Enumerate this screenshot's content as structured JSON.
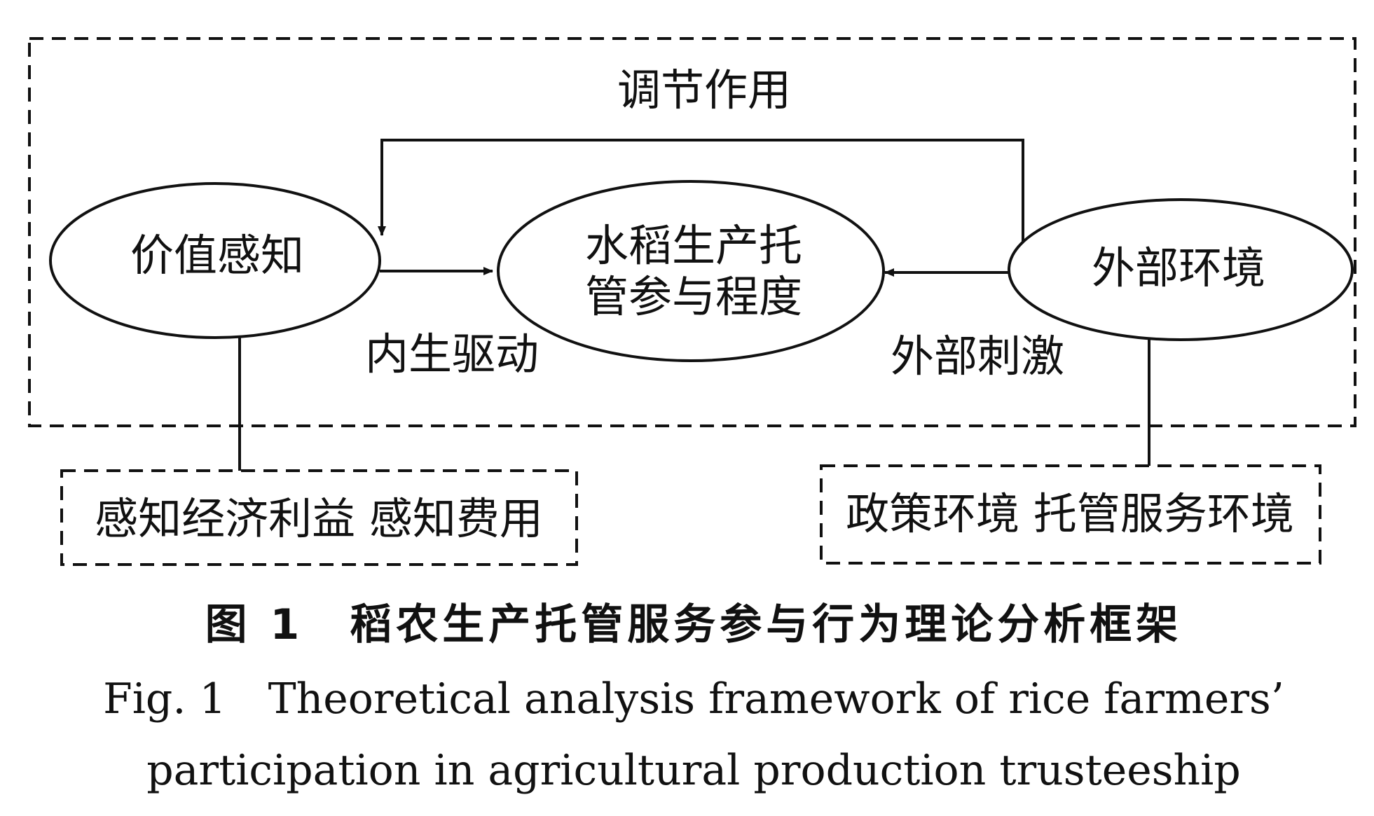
{
  "diagram": {
    "moderation_label": "调节作用",
    "node_value": "价值感知",
    "node_center_line1": "水稻生产托",
    "node_center_line2": "管参与程度",
    "node_env": "外部环境",
    "edge_internal": "内生驱动",
    "edge_external": "外部刺激",
    "box_left": "感知经济利益 感知费用",
    "box_right": "政策环境 托管服务环境"
  },
  "caption": {
    "cn": "图 1　稻农生产托管服务参与行为理论分析框架",
    "en_line1": "Fig. 1　Theoretical analysis framework of rice farmers’",
    "en_line2": "participation in agricultural production trusteeship"
  }
}
